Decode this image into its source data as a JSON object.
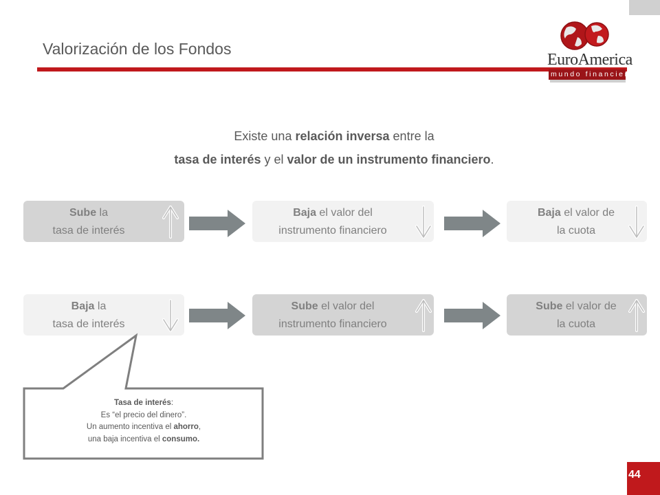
{
  "header": {
    "title": "Valorización de los Fondos"
  },
  "logo": {
    "name": "EuroAmerica",
    "tagline": "mundo financiero"
  },
  "intro": {
    "line1_a": "Existe una ",
    "line1_b": "relación inversa",
    "line1_c": " entre la",
    "line2_a": "tasa de interés",
    "line2_b": " y el ",
    "line2_c": "valor de un instrumento financiero",
    "line2_d": "."
  },
  "rows": [
    {
      "boxes": [
        {
          "strong": "Sube",
          "rest1": " la",
          "line2": "tasa de interés",
          "direction": "up"
        },
        {
          "strong": "Baja",
          "rest1": " el valor del",
          "line2": "instrumento financiero",
          "direction": "down"
        },
        {
          "strong": "Baja",
          "rest1": " el valor de",
          "line2": "la cuota",
          "direction": "down"
        }
      ]
    },
    {
      "boxes": [
        {
          "strong": "Baja",
          "rest1": " la",
          "line2": "tasa de interés",
          "direction": "down"
        },
        {
          "strong": "Sube",
          "rest1": " el valor del",
          "line2": "instrumento financiero",
          "direction": "up"
        },
        {
          "strong": "Sube",
          "rest1": " el valor de",
          "line2": "la cuota",
          "direction": "up"
        }
      ]
    }
  ],
  "callout": {
    "heading": "Tasa de interés",
    "heading_suffix": ":",
    "line2": "Es “el precio del dinero”.",
    "line3_a": "Un aumento incentiva el ",
    "line3_b": "ahorro",
    "line3_c": ",",
    "line4_a": "una baja incentiva el ",
    "line4_b": "consumo.",
    "line4_c": ""
  },
  "footer": {
    "page_number": "44"
  },
  "colors": {
    "brand_red": "#c0191c",
    "text_gray": "#595959",
    "box_dark": "#d4d4d4",
    "box_light": "#f2f2f2",
    "arrow_gray": "#7f8688"
  }
}
